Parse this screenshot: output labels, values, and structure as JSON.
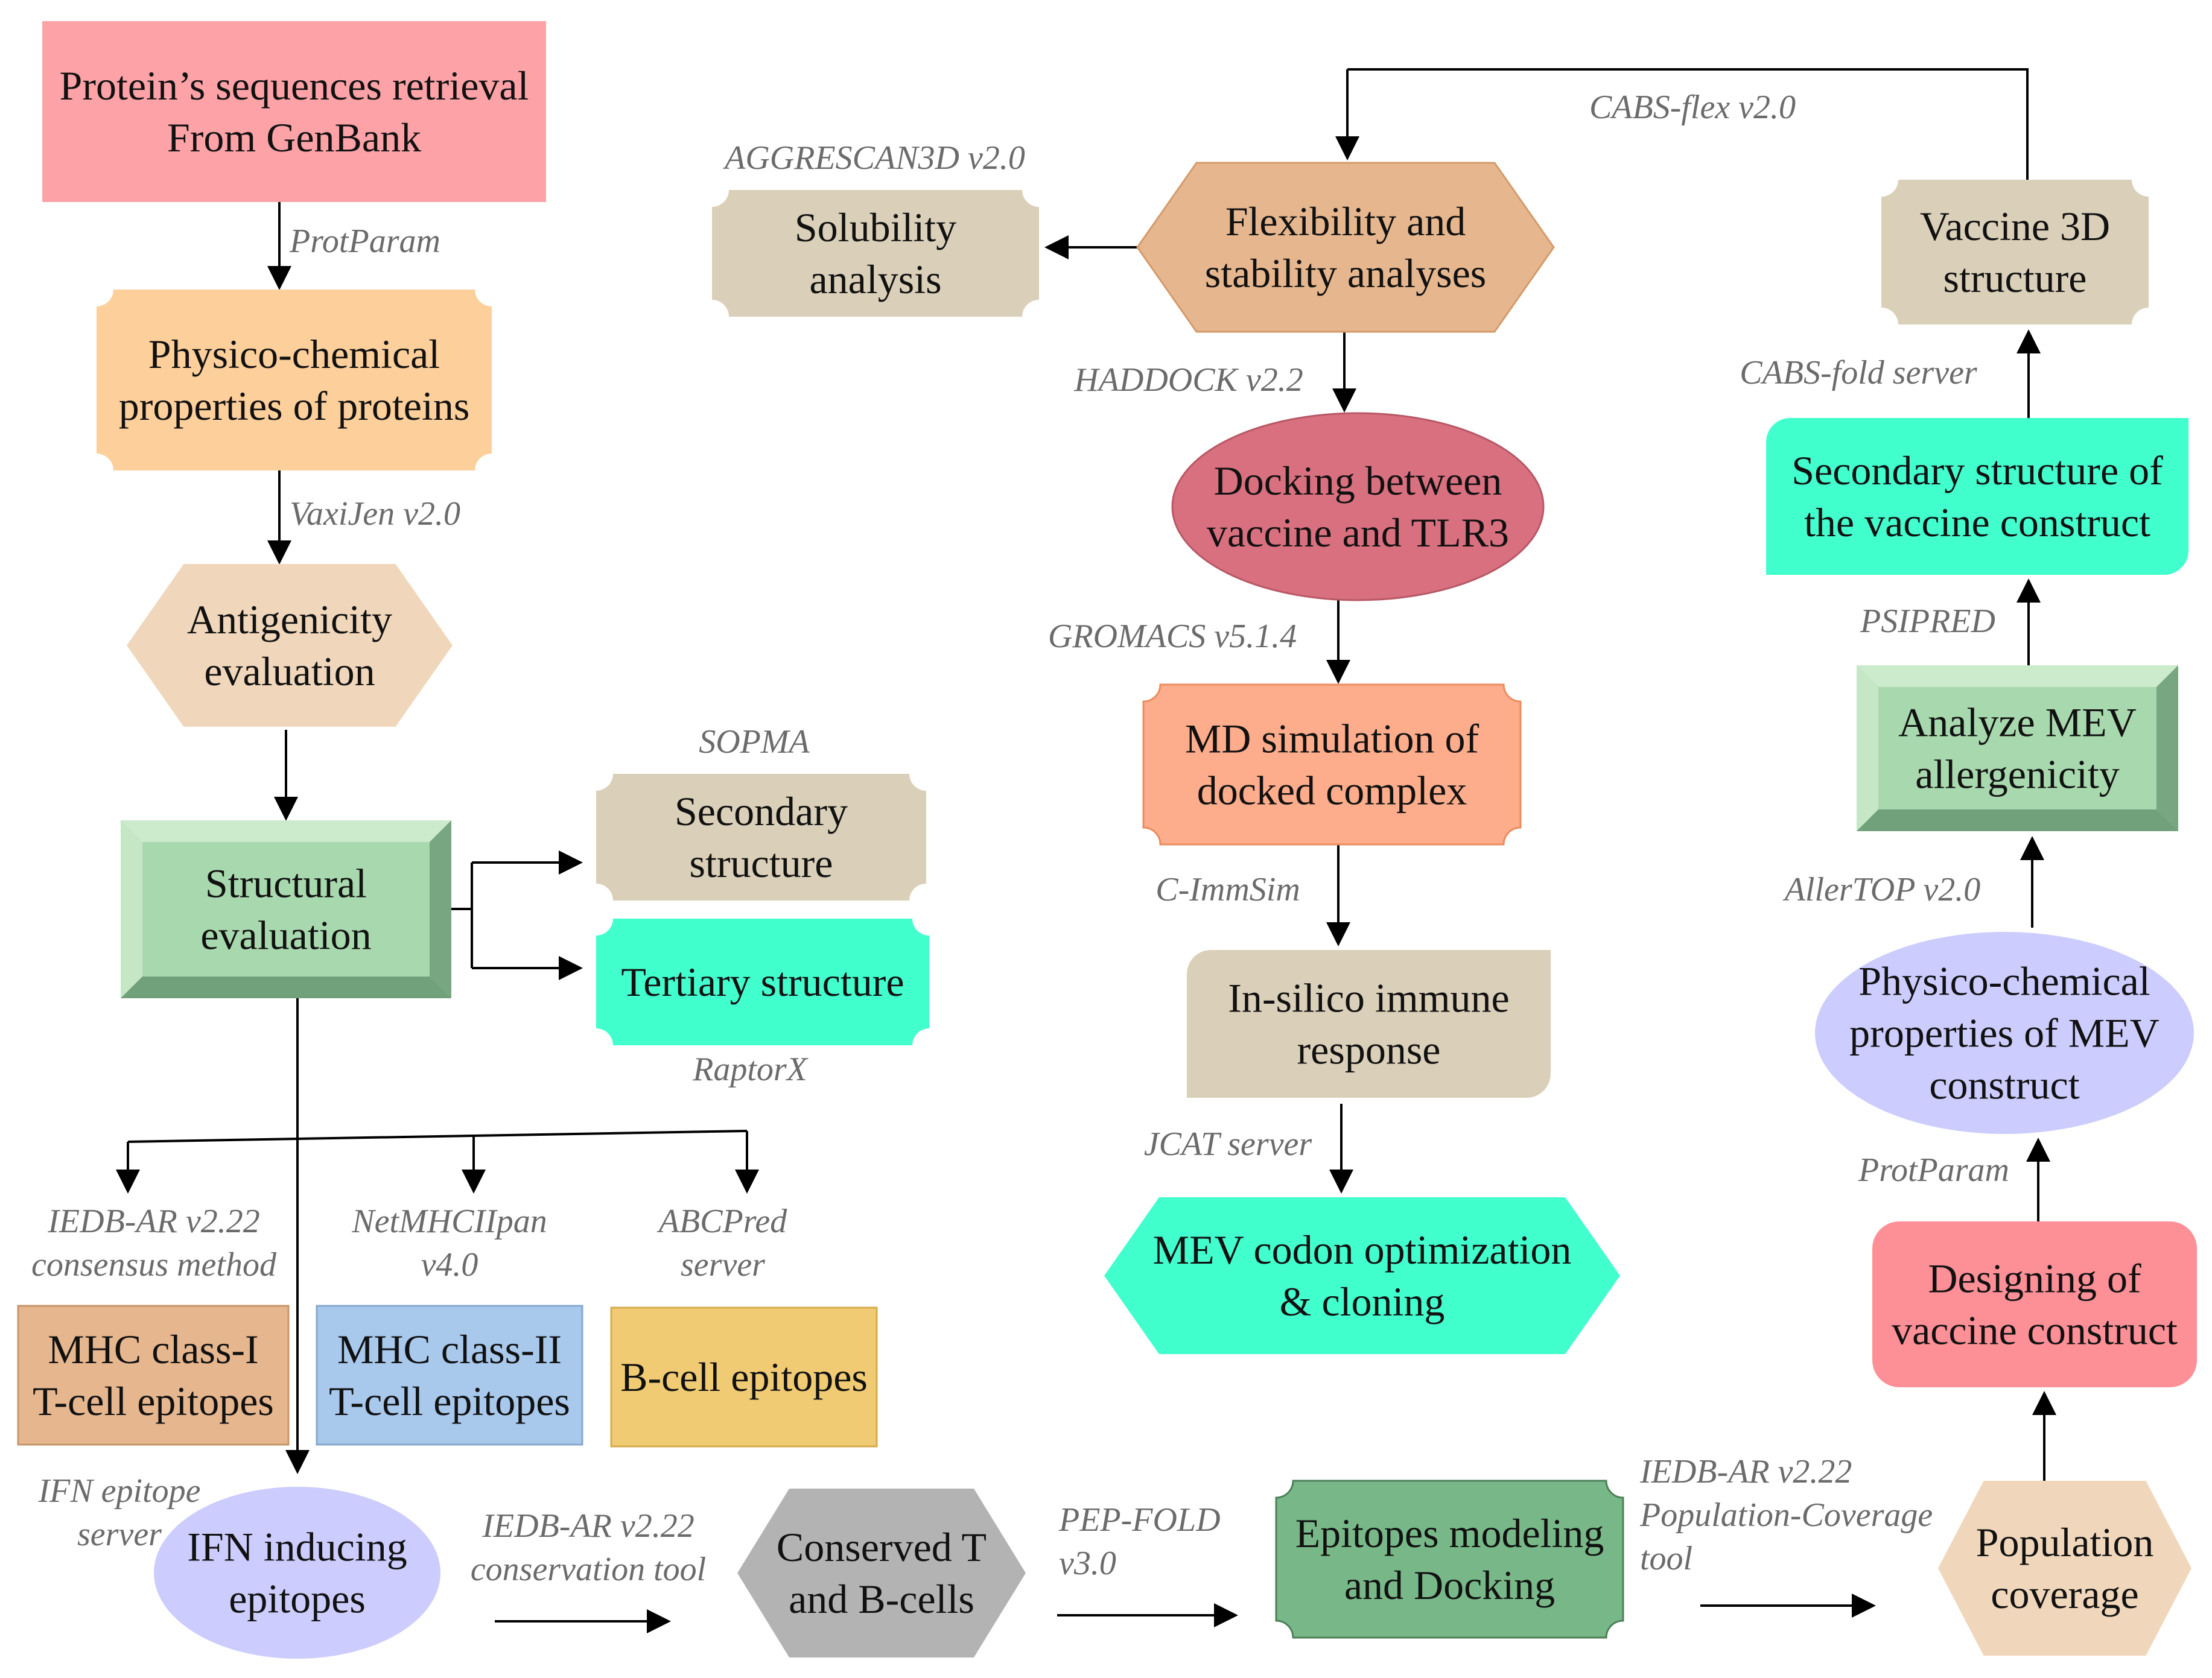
{
  "nodes": [
    {
      "id": "seq",
      "lines": [
        "Protein’s sequences retrieval",
        "From GenBank"
      ],
      "color": "#fda3a8"
    },
    {
      "id": "physchem",
      "lines": [
        "Physico-chemical",
        "properties of proteins"
      ],
      "color": "#fdcf9b"
    },
    {
      "id": "antigen",
      "lines": [
        "Antigenicity",
        "evaluation"
      ],
      "color": "#f0d7bb"
    },
    {
      "id": "structural",
      "lines": [
        "Structural",
        "evaluation"
      ],
      "color": "#a8d8ad"
    },
    {
      "id": "secondary",
      "lines": [
        "Secondary",
        "structure"
      ],
      "color": "#dacfb8"
    },
    {
      "id": "tertiary",
      "lines": [
        "Tertiary structure"
      ],
      "color": "#42ffce"
    },
    {
      "id": "mhc1",
      "lines": [
        "MHC class-I",
        "T-cell epitopes"
      ],
      "color": "#e6b78f"
    },
    {
      "id": "mhc2",
      "lines": [
        "MHC class-II",
        "T-cell epitopes"
      ],
      "color": "#a8c8ec"
    },
    {
      "id": "bcell",
      "lines": [
        "B-cell epitopes"
      ],
      "color": "#f0cb73"
    },
    {
      "id": "ifn",
      "lines": [
        "IFN inducing",
        "epitopes"
      ],
      "color": "#ccccff"
    },
    {
      "id": "conserved",
      "lines": [
        "Conserved T",
        "and B-cells"
      ],
      "color": "#b3b3b3"
    },
    {
      "id": "modeling",
      "lines": [
        "Epitopes modeling",
        "and Docking"
      ],
      "color": "#78b888"
    },
    {
      "id": "population",
      "lines": [
        "Population",
        "coverage"
      ],
      "color": "#f0d7bb"
    },
    {
      "id": "designing",
      "lines": [
        "Designing of",
        "vaccine construct"
      ],
      "color": "#fd8f97"
    },
    {
      "id": "physmev",
      "lines": [
        "Physico-chemical",
        "properties of MEV",
        "construct"
      ],
      "color": "#ccccff"
    },
    {
      "id": "allergen",
      "lines": [
        "Analyze MEV",
        "allergenicity"
      ],
      "color": "#a8d8ad"
    },
    {
      "id": "sec2",
      "lines": [
        "Secondary structure of",
        "the vaccine construct"
      ],
      "color": "#42ffce"
    },
    {
      "id": "vac3d",
      "lines": [
        "Vaccine 3D",
        "structure"
      ],
      "color": "#dacfb8"
    },
    {
      "id": "flex",
      "lines": [
        "Flexibility and",
        "stability analyses"
      ],
      "color": "#e6b78f"
    },
    {
      "id": "solub",
      "lines": [
        "Solubility",
        "analysis"
      ],
      "color": "#dacfb8"
    },
    {
      "id": "dock",
      "lines": [
        "Docking between",
        "vaccine and TLR3"
      ],
      "color": "#d9707f"
    },
    {
      "id": "md",
      "lines": [
        "MD simulation of",
        "docked complex"
      ],
      "color": "#fdad8b"
    },
    {
      "id": "immune",
      "lines": [
        "In-silico immune",
        "response"
      ],
      "color": "#dacfb8"
    },
    {
      "id": "codon",
      "lines": [
        "MEV codon optimization",
        "& cloning"
      ],
      "color": "#42ffce"
    }
  ],
  "tools": [
    {
      "id": "t-protparam1",
      "lines": [
        "ProtParam"
      ]
    },
    {
      "id": "t-vaxijen",
      "lines": [
        "VaxiJen v2.0"
      ]
    },
    {
      "id": "t-sopma",
      "lines": [
        "SOPMA"
      ]
    },
    {
      "id": "t-raptorx",
      "lines": [
        "RaptorX"
      ]
    },
    {
      "id": "t-iedb-consensus",
      "lines": [
        "IEDB-AR v2.22",
        "consensus method"
      ]
    },
    {
      "id": "t-netmhc",
      "lines": [
        "NetMHCIIpan",
        "v4.0"
      ]
    },
    {
      "id": "t-abcpred",
      "lines": [
        "ABCPred",
        "server"
      ]
    },
    {
      "id": "t-ifn",
      "lines": [
        "IFN epitope",
        "server"
      ]
    },
    {
      "id": "t-iedb-conservation",
      "lines": [
        "IEDB-AR v2.22",
        "conservation tool"
      ]
    },
    {
      "id": "t-pepfold",
      "lines": [
        "PEP-FOLD",
        "v3.0"
      ]
    },
    {
      "id": "t-iedb-population",
      "lines": [
        "IEDB-AR v2.22",
        "Population-Coverage",
        "tool"
      ]
    },
    {
      "id": "t-protparam2",
      "lines": [
        "ProtParam"
      ]
    },
    {
      "id": "t-allertop",
      "lines": [
        "AllerTOP v2.0"
      ]
    },
    {
      "id": "t-psipred",
      "lines": [
        "PSIPRED"
      ]
    },
    {
      "id": "t-cabsfold",
      "lines": [
        "CABS-fold server"
      ]
    },
    {
      "id": "t-cabsflex",
      "lines": [
        "CABS-flex v2.0"
      ]
    },
    {
      "id": "t-aggrescan",
      "lines": [
        "AGGRESCAN3D v2.0"
      ]
    },
    {
      "id": "t-haddock",
      "lines": [
        "HADDOCK v2.2"
      ]
    },
    {
      "id": "t-gromacs",
      "lines": [
        "GROMACS v5.1.4"
      ]
    },
    {
      "id": "t-cimmsim",
      "lines": [
        "C-ImmSim"
      ]
    },
    {
      "id": "t-jcat",
      "lines": [
        "JCAT server"
      ]
    }
  ]
}
